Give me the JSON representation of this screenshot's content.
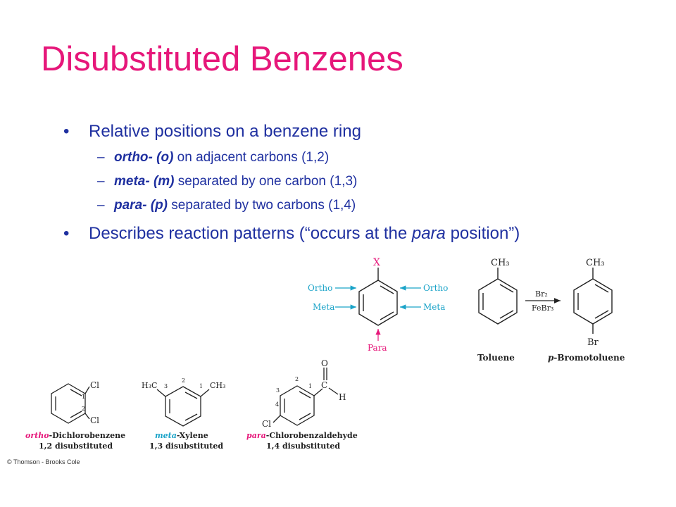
{
  "slide": {
    "title": "Disubstituted Benzenes",
    "bullet1": "Relative positions on a benzene ring",
    "sub": [
      {
        "term": "ortho- (o)",
        "text": " on adjacent carbons (1,2)"
      },
      {
        "term": "meta- (m)",
        "text": " separated by one carbon (1,3)"
      },
      {
        "term": "para- (p)",
        "text": " separated by two carbons (1,4)"
      }
    ],
    "bullet2_a": "Describes reaction patterns (“occurs at the ",
    "bullet2_em": "para",
    "bullet2_b": " position”)",
    "bullet_glyph": "•",
    "dash_glyph": "–"
  },
  "figure_top": {
    "substituent": "X",
    "ortho_left": "Ortho",
    "ortho_right": "Ortho",
    "meta_left": "Meta",
    "meta_right": "Meta",
    "para": "Para",
    "colors": {
      "position_labels": "#1aa3c8",
      "substituent": "#e6177a",
      "ring": "#222222"
    }
  },
  "figure_reaction": {
    "methyl": "CH₃",
    "reagent_top": "Br₂",
    "reagent_bottom": "FeBr₃",
    "bromo": "Br",
    "label_left": "Toluene",
    "label_right_prefix": "p",
    "label_right": "-Bromotoluene"
  },
  "figure_bottom": {
    "ortho": {
      "sub1": "Cl",
      "sub2": "Cl",
      "n1": "1",
      "n2": "2",
      "name_prefix": "ortho",
      "name_rest": "-Dichlorobenzene",
      "caption": "1,2 disubstituted"
    },
    "meta": {
      "left": "H₃C",
      "right": "CH₃",
      "n1": "1",
      "n2": "2",
      "n3": "3",
      "name_prefix": "meta",
      "name_rest": "-Xylene",
      "caption": "1,3 disubstituted"
    },
    "para": {
      "cl": "Cl",
      "o": "O",
      "c": "C",
      "h": "H",
      "n1": "1",
      "n2": "2",
      "n3": "3",
      "n4": "4",
      "name_prefix": "para",
      "name_rest": "-Chlorobenzaldehyde",
      "caption": "1,4 disubstituted"
    },
    "colors": {
      "ortho_name": "#e6177a",
      "meta_name": "#1aa3c8",
      "para_name": "#e6177a"
    }
  },
  "credit": "© Thomson - Brooks Cole"
}
